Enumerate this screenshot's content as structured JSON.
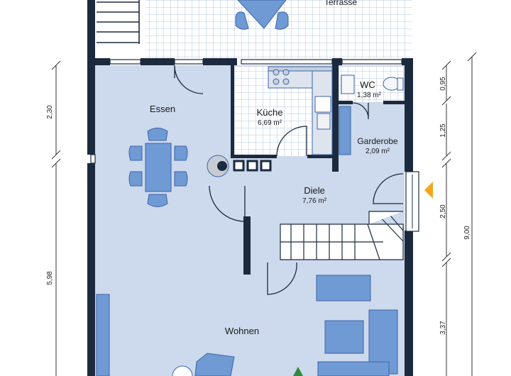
{
  "rooms": {
    "terrasse": {
      "name": "Terrasse"
    },
    "essen": {
      "name": "Essen"
    },
    "kueche": {
      "name": "Küche",
      "area": "6,69 m²"
    },
    "wc": {
      "name": "WC",
      "area": "1,38 m²"
    },
    "garderobe": {
      "name": "Garderobe",
      "area": "2,09 m²"
    },
    "diele": {
      "name": "Diele",
      "area": "7,76 m²"
    },
    "wohnen": {
      "name": "Wohnen"
    }
  },
  "dimensions": {
    "left": [
      "2,30",
      "5,98"
    ],
    "right": [
      "0,95",
      "1,25",
      "2,50",
      "3,37"
    ],
    "overall": "9,00"
  },
  "colors": {
    "wall": "#1c2a3e",
    "floor": "#cdd9ec",
    "tile": "#ffffff",
    "tileGrid": "#9eb8dc",
    "furniture": "#6f9ad4",
    "furnitureDark": "#3c64a8",
    "entryArrow": "#f4a51c"
  }
}
